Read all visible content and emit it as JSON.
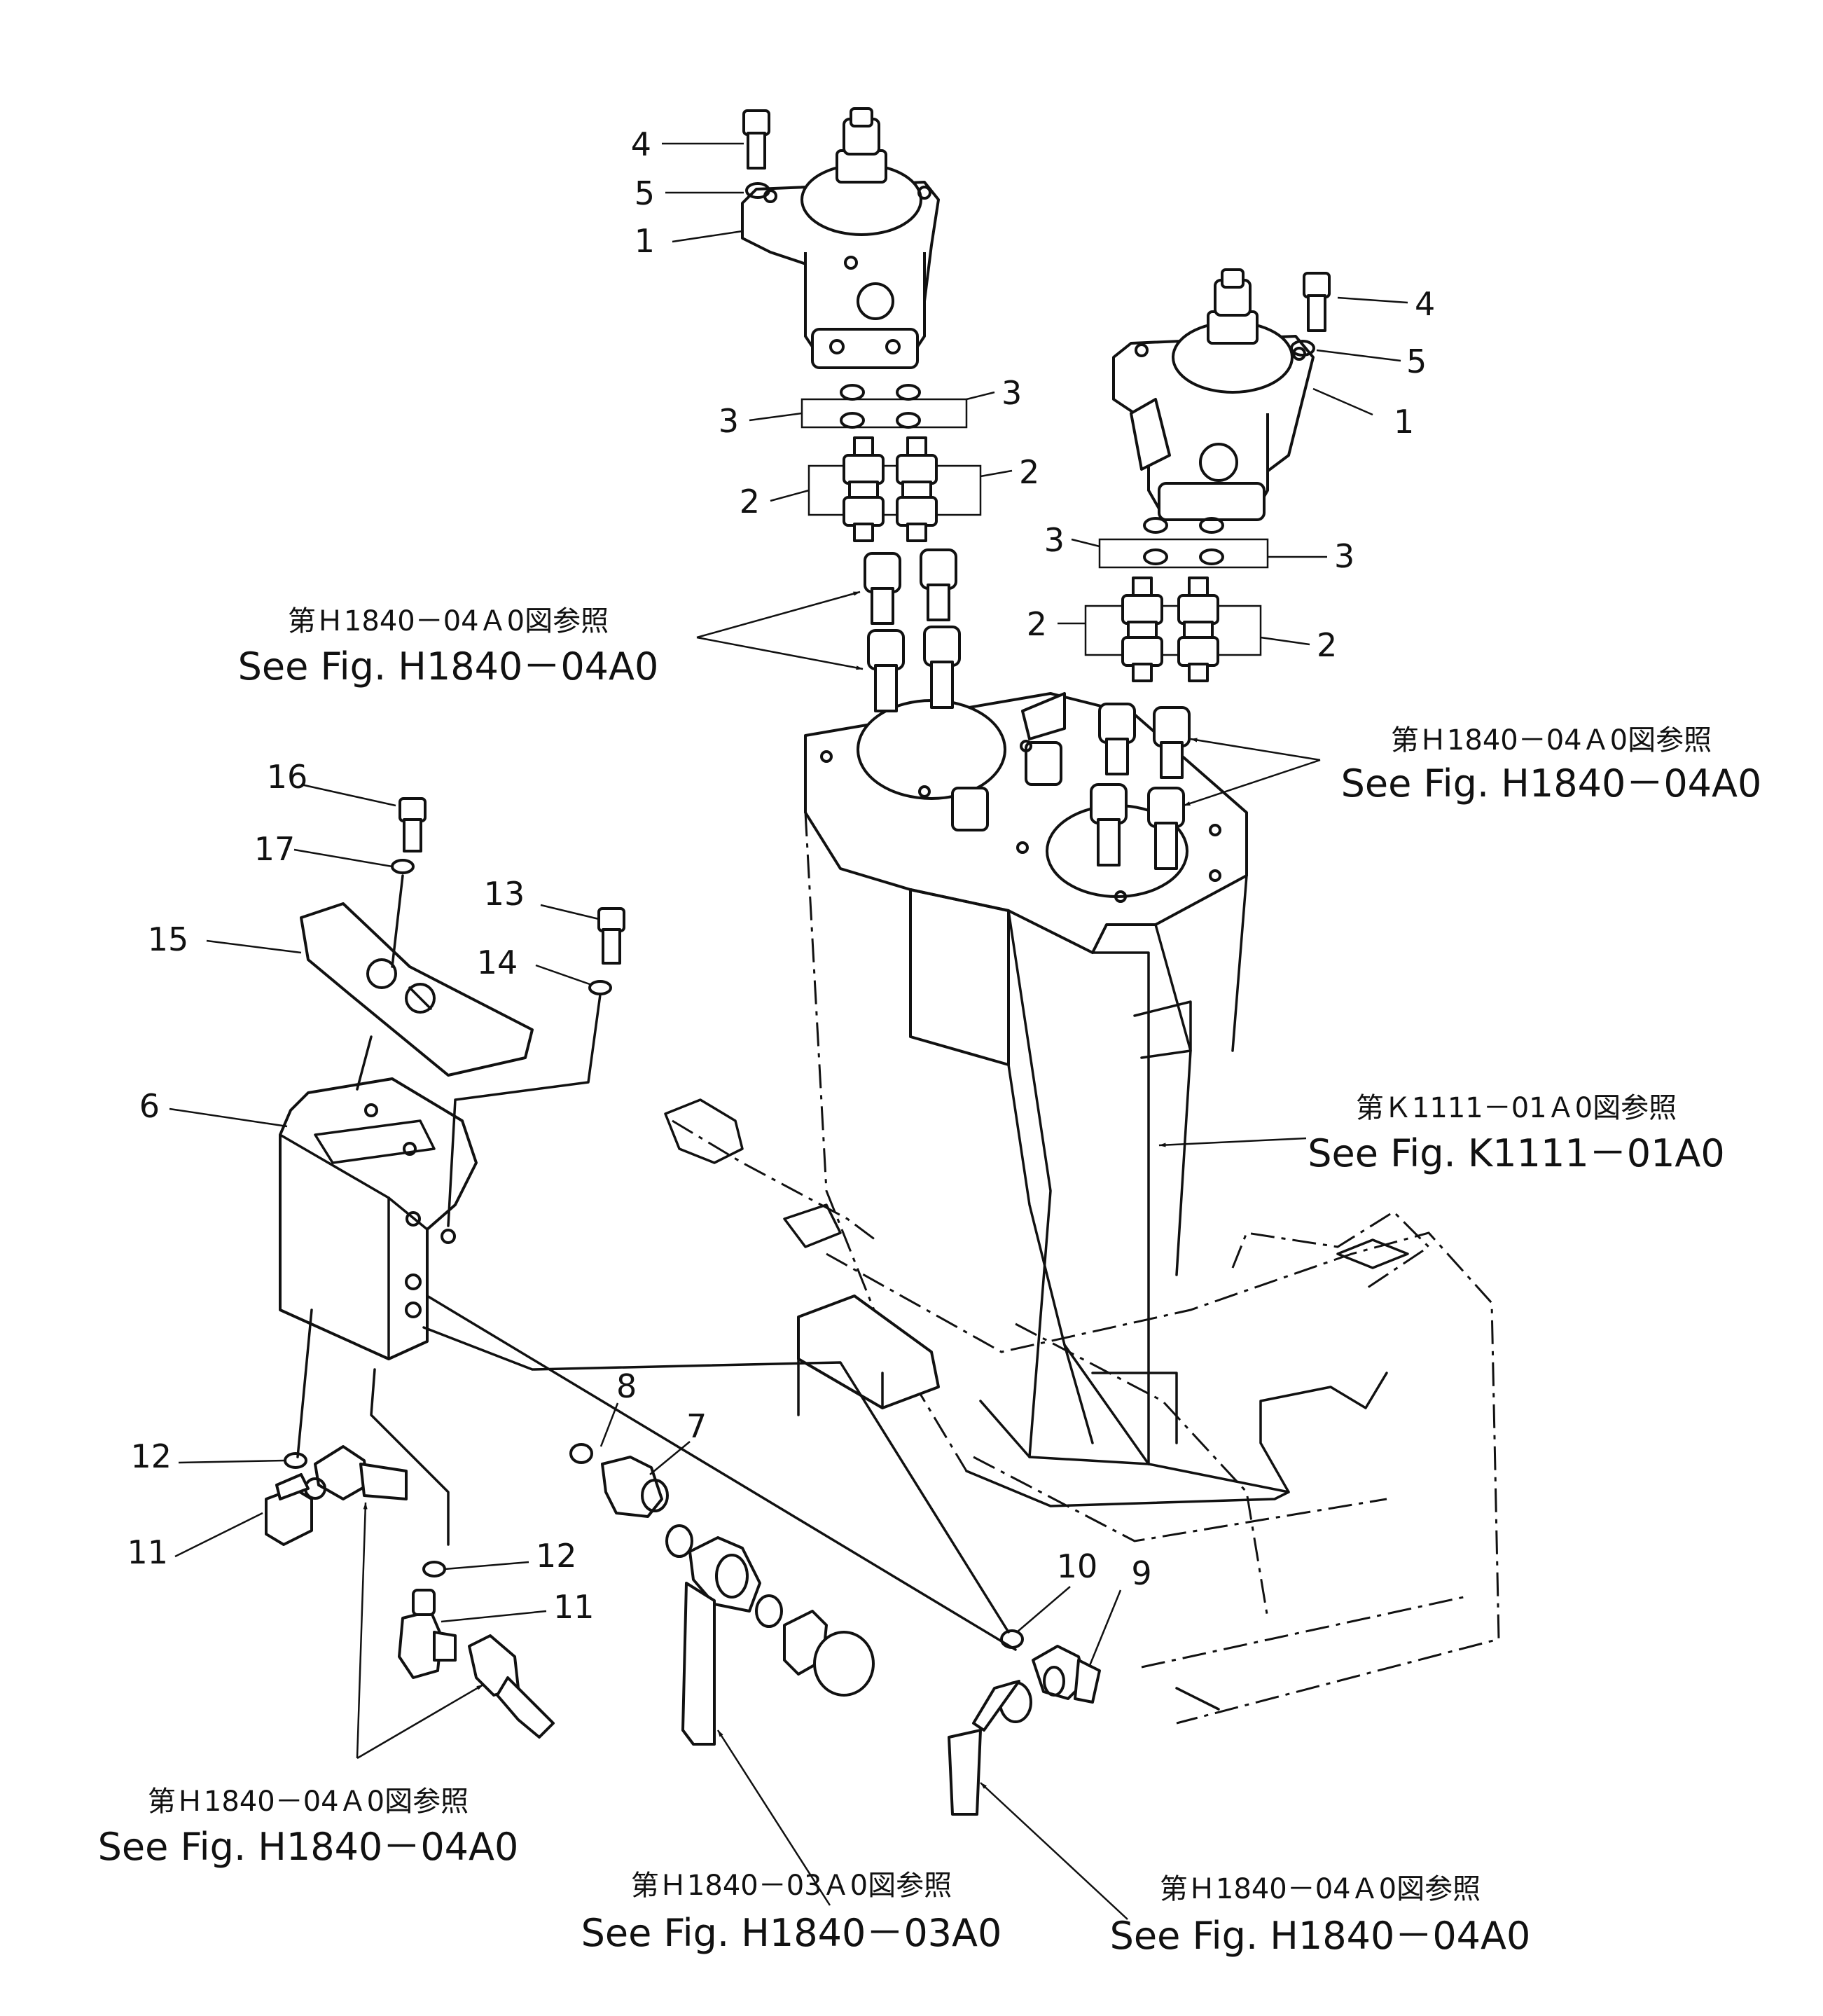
{
  "callouts": [
    "1",
    "1",
    "2",
    "2",
    "2",
    "2",
    "3",
    "3",
    "3",
    "3",
    "4",
    "4",
    "5",
    "5",
    "6",
    "7",
    "8",
    "9",
    "10",
    "11",
    "11",
    "12",
    "12",
    "13",
    "14",
    "15",
    "16",
    "17"
  ],
  "refs": [
    {
      "jp": "第Ｈ1840－04Ａ0図参照",
      "en": "See Fig. H1840－04A0"
    },
    {
      "jp": "第Ｈ1840－04Ａ0図参照",
      "en": "See Fig. H1840－04A0"
    },
    {
      "jp": "第Ｋ1111－01Ａ0図参照",
      "en": "See Fig. K1111－01A0"
    },
    {
      "jp": "第Ｈ1840－04Ａ0図参照",
      "en": "See Fig. H1840－04A0"
    },
    {
      "jp": "第Ｈ1840－03Ａ0図参照",
      "en": "See Fig. H1840－03A0"
    },
    {
      "jp": "第Ｈ1840－04Ａ0図参照",
      "en": "See Fig. H1840－04A0"
    }
  ]
}
